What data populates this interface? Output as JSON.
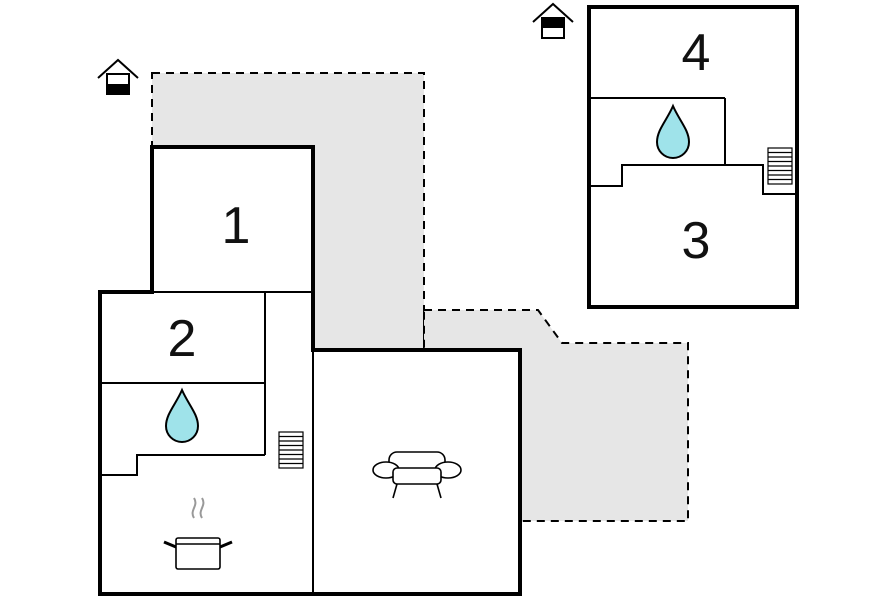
{
  "rooms": {
    "r1": "1",
    "r2": "2",
    "r3": "3",
    "r4": "4"
  },
  "icons": {
    "entrance": "house-entrance-icon",
    "bathroom": "water-drop-icon",
    "stairs": "stairs-icon",
    "living": "sofa-icon",
    "kitchen": "cooking-pot-icon"
  },
  "colors": {
    "terrace": "#e6e6e6",
    "water": "#9fe3ea",
    "wall": "#000000"
  }
}
